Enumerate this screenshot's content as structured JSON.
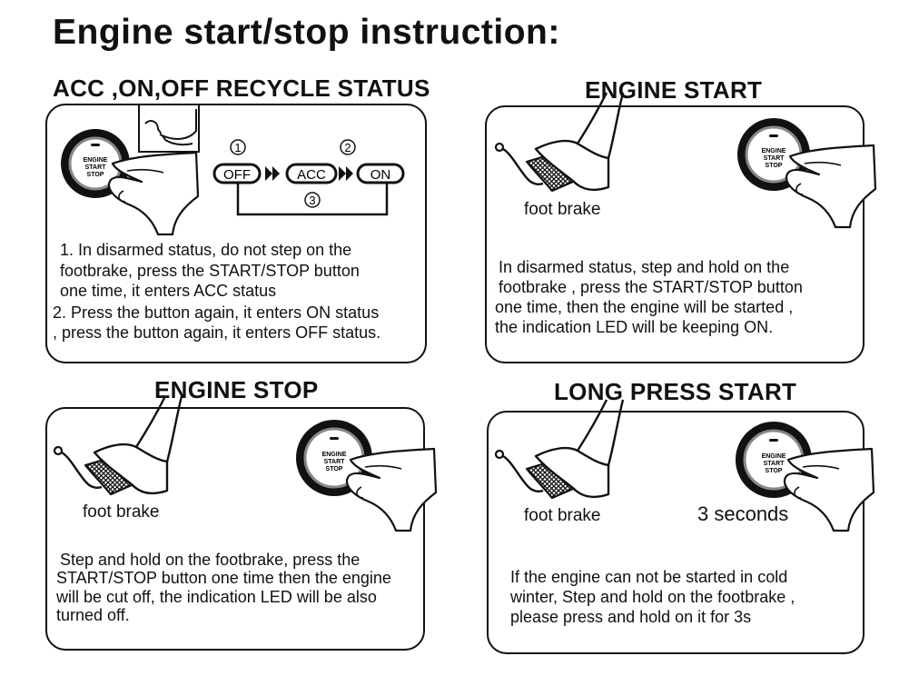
{
  "title": "Engine start/stop  instruction:",
  "button_label": {
    "line1": "ENGINE",
    "line2": "START",
    "line3": "STOP"
  },
  "acc_panel": {
    "heading": "ACC ,ON,OFF RECYCLE STATUS",
    "states": {
      "off": "OFF",
      "acc": "ACC",
      "on": "ON"
    },
    "steps": {
      "one": "1",
      "two": "2",
      "three": "3"
    },
    "lines": [
      "1. In disarmed status, do not step on the",
      "footbrake, press the START/STOP button",
      "one time, it enters ACC  status",
      "2. Press the button again, it enters ON status",
      ", press the button again, it enters OFF status."
    ]
  },
  "engine_start": {
    "heading": "ENGINE START",
    "foot_label": "foot brake",
    "lines": [
      "In disarmed status, step and  hold on the",
      "footbrake , press the START/STOP button",
      "one time, then the engine will be started ,",
      "the indication LED will be keeping ON."
    ]
  },
  "engine_stop": {
    "heading": "ENGINE STOP",
    "foot_label": "foot brake",
    "lines": [
      "Step and hold on the footbrake, press the",
      "START/STOP button one time then the engine",
      "will be cut off, the indication LED will be also",
      "turned  off."
    ]
  },
  "long_press": {
    "heading": "LONG PRESS START",
    "foot_label": "foot brake",
    "seconds_label": "3  seconds",
    "lines": [
      "If the engine can not be started in cold",
      "winter, Step and hold on the footbrake ,",
      "please press and hold on it for 3s"
    ]
  }
}
